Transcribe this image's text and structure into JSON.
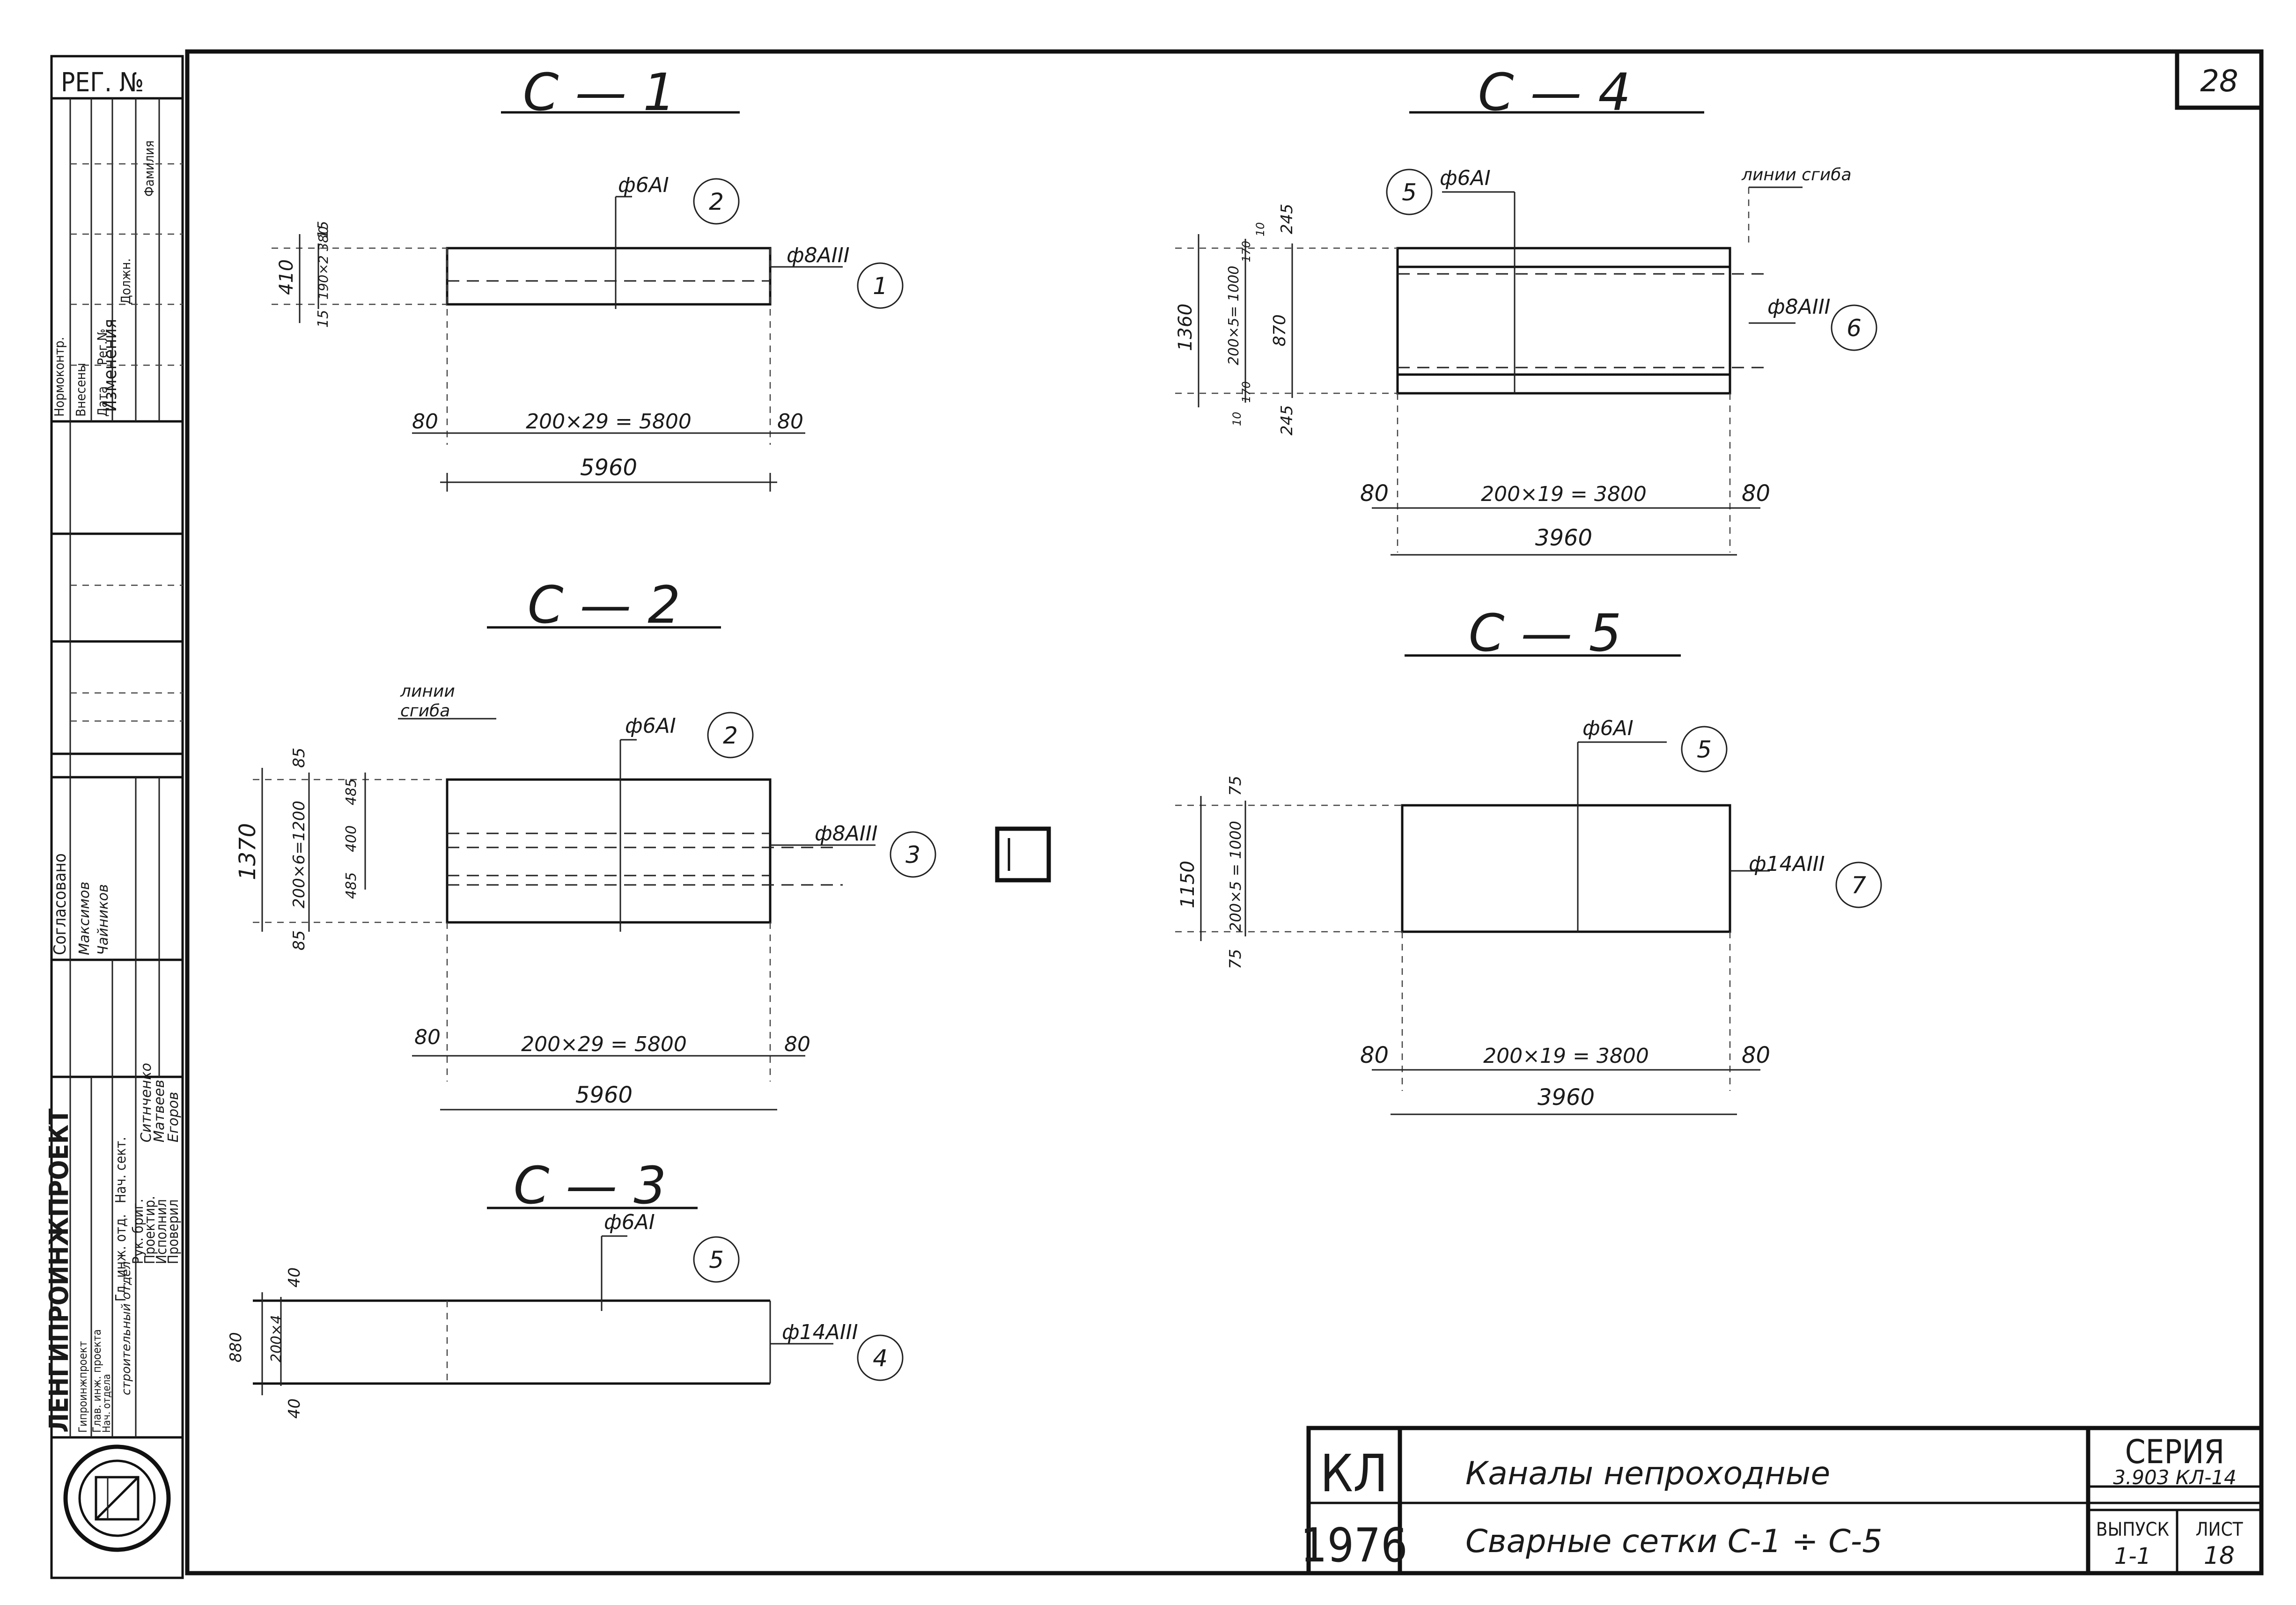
{
  "sheet": {
    "sheet_number": "28",
    "reg_label": "РЕГ. №",
    "changes_label": "Изменения",
    "columns": [
      "Нормоконтр.",
      "Внесены",
      "Дата",
      "Рег.№",
      "Должн.",
      "Фамилия"
    ],
    "agreed_label": "Согласовано",
    "agreed_names": [
      "Максимов",
      "Чайников"
    ],
    "institute": "ЛЕНГИПРОИНЖПРОЕКТ",
    "institute_sub": [
      "Гипроинжпроект",
      "Глав. инж. проекта",
      "Нач. отдела"
    ],
    "roles": [
      "Гл. инж. отд.",
      "Нач. сект.",
      "Рук. бриг.",
      "Проектир.",
      "Исполнил",
      "Проверил"
    ],
    "names": [
      "Ситнченко",
      "Матвеев",
      "Егоров",
      "строительный отдел"
    ]
  },
  "meshes": [
    {
      "id": "C-1",
      "title": "С — 1",
      "bar_a": "ф6АI",
      "bar_a_pos": "2",
      "bar_b": "ф8АIII",
      "bar_b_pos": "1",
      "spacing": "200×29 = 5800",
      "total": "5960",
      "edge_left": "80",
      "edge_right": "80",
      "v_total": "410",
      "v_mid": "190×2 380",
      "v_top": "15",
      "v_bottom": "15"
    },
    {
      "id": "C-2",
      "title": "С — 2",
      "bend_label": [
        "линии",
        "сгиба"
      ],
      "bar_a": "ф6АI",
      "bar_a_pos": "2",
      "bar_b": "ф8АIII",
      "bar_b_pos": "3",
      "spacing": "200×29 = 5800",
      "total": "5960",
      "edge_left": "80",
      "edge_right": "80",
      "v_total": "1370",
      "v_mid": "200×6=1200",
      "v_top": "85",
      "v_bottom": "85",
      "v_seg": [
        "485",
        "400",
        "485"
      ]
    },
    {
      "id": "C-3",
      "title": "С — 3",
      "bar_a": "ф6АI",
      "bar_a_pos": "5",
      "bar_b": "ф14АIII",
      "bar_b_pos": "4",
      "v_total": "880",
      "v_mid": "200×4",
      "v_top": "40",
      "v_bottom": "40"
    },
    {
      "id": "C-4",
      "title": "С — 4",
      "bend_label": "линии сгиба",
      "bar_a": "ф6АI",
      "bar_a_pos": "5",
      "bar_b": "ф8АIII",
      "bar_b_pos": "6",
      "spacing": "200×19 = 3800",
      "total": "3960",
      "edge_left": "80",
      "edge_right": "80",
      "v_total": "1360",
      "v_mid": "200×5= 1000",
      "v_inner": "870",
      "v_top": "245",
      "v_bottom": "245",
      "v_small": [
        "10",
        "170",
        "170",
        "10"
      ]
    },
    {
      "id": "C-5",
      "title": "С — 5",
      "bar_a": "ф6АI",
      "bar_a_pos": "5",
      "bar_b": "ф14АIII",
      "bar_b_pos": "7",
      "spacing": "200×19 = 3800",
      "total": "3960",
      "edge_left": "80",
      "edge_right": "80",
      "v_total": "1150",
      "v_mid": "200×5 = 1000",
      "v_top": "75",
      "v_bottom": "75"
    }
  ],
  "title_block": {
    "code": "КЛ",
    "year": "1976",
    "line1": "Каналы непроходные",
    "line2": "Сварные сетки С-1 ÷ С-5",
    "series_label": "СЕРИЯ",
    "series_value": "3.903 КЛ-14",
    "issue_label": "ВЫПУСК",
    "issue_value": "1-1",
    "sheet_label": "ЛИСТ",
    "sheet_value": "18"
  }
}
